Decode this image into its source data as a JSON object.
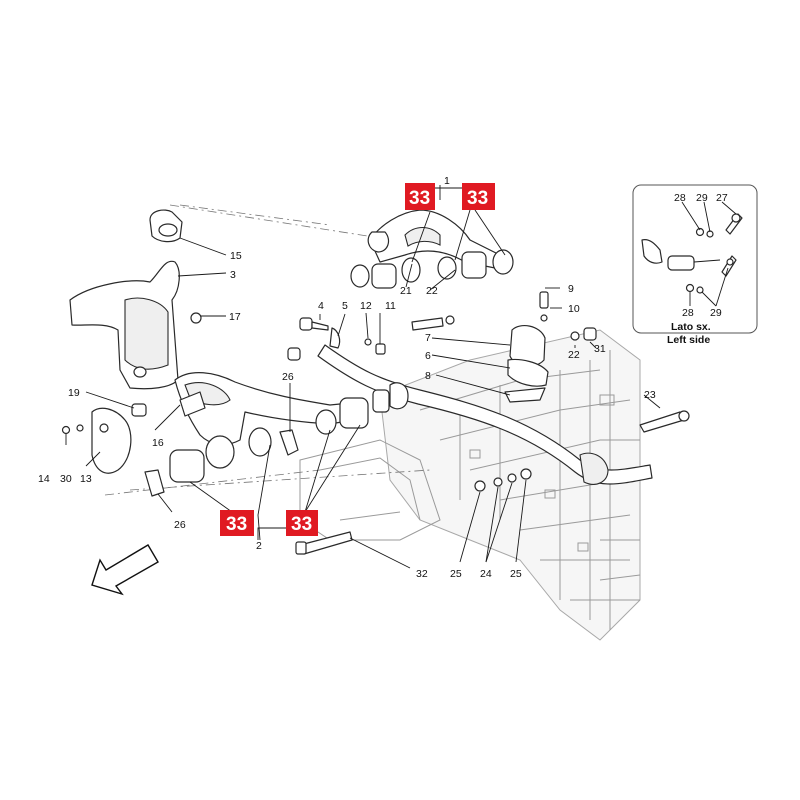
{
  "callouts": {
    "c1": "1",
    "c2": "2",
    "c3": "3",
    "c4": "4",
    "c5": "5",
    "c6": "6",
    "c7": "7",
    "c8": "8",
    "c9": "9",
    "c10": "10",
    "c11": "11",
    "c12": "12",
    "c13": "13",
    "c14": "14",
    "c15": "15",
    "c16": "16",
    "c17": "17",
    "c19": "19",
    "c21": "21",
    "c22a": "22",
    "c22b": "22",
    "c23": "23",
    "c24": "24",
    "c25a": "25",
    "c25b": "25",
    "c26a": "26",
    "c26b": "26",
    "c30": "30",
    "c31": "31",
    "c32": "32"
  },
  "reference_labels": {
    "top_left": "33",
    "top_right": "33",
    "bottom_left": "33",
    "bottom_right": "33"
  },
  "inset": {
    "title_line1": "Lato sx.",
    "title_line2": "Left side",
    "c28a": "28",
    "c29a": "29",
    "c27": "27",
    "c28b": "28",
    "c29b": "29"
  },
  "colors": {
    "highlight": "#e01a22",
    "line": "#2a2a2a",
    "frame": "#9a9a9a"
  },
  "icons": {
    "direction": "front-direction-arrow-icon"
  }
}
